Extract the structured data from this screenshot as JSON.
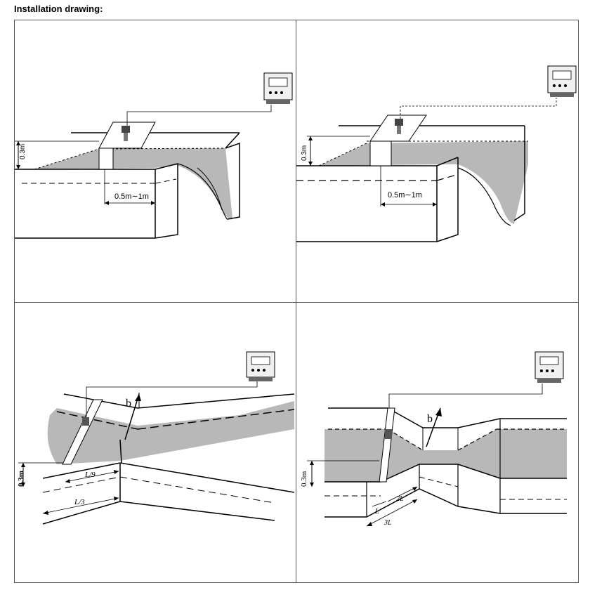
{
  "title": "Installation drawing:",
  "panels": [
    {
      "height_label": "0.3m",
      "distance_label": "0.5m∼1m"
    },
    {
      "height_label": "0.3m",
      "distance_label": "0.5m∼1m"
    },
    {
      "height_label": "0.3m",
      "dim1_label": "L/9",
      "dim2_label": "L/3",
      "beam_label": "b"
    },
    {
      "height_label": "0.3m",
      "dim1_label": "L",
      "dim2_label": "2L",
      "dim3_label": "3L",
      "beam_label": "b"
    }
  ],
  "icons": [
    "ultrasonic-sensor-icon",
    "flow-meter-transmitter-icon"
  ],
  "colors": {
    "water": "#b8b8b8",
    "line": "#000000",
    "border": "#555555"
  }
}
